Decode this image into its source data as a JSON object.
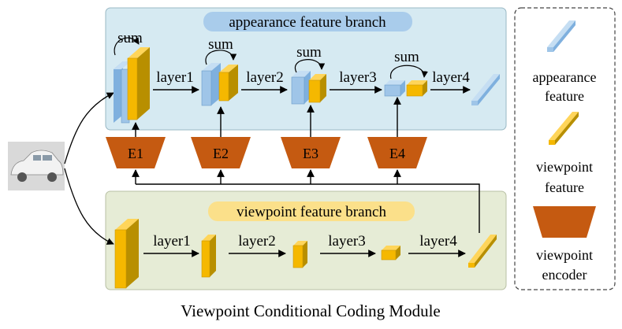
{
  "appearance_branch": {
    "title": "appearance feature branch",
    "layers": [
      "layer1",
      "layer2",
      "layer3",
      "layer4"
    ],
    "sum_labels": [
      "sum",
      "sum",
      "sum",
      "sum"
    ]
  },
  "encoders": [
    "E1",
    "E2",
    "E3",
    "E4"
  ],
  "viewpoint_branch": {
    "title": "viewpoint feature branch",
    "layers": [
      "layer1",
      "layer2",
      "layer3",
      "layer4"
    ]
  },
  "legend": {
    "appearance_1": "appearance",
    "appearance_2": "feature",
    "viewpoint_1": "viewpoint",
    "viewpoint_2": "feature",
    "encoder_1": "viewpoint",
    "encoder_2": "encoder"
  },
  "caption": "Viewpoint Conditional Coding Module",
  "colors": {
    "appearance_bg": "#d6eaf2",
    "viewpoint_bg": "#e6ecd6",
    "appearance_block": "#9fc5e8",
    "viewpoint_block": "#f5b800",
    "encoder": "#c55a11"
  }
}
